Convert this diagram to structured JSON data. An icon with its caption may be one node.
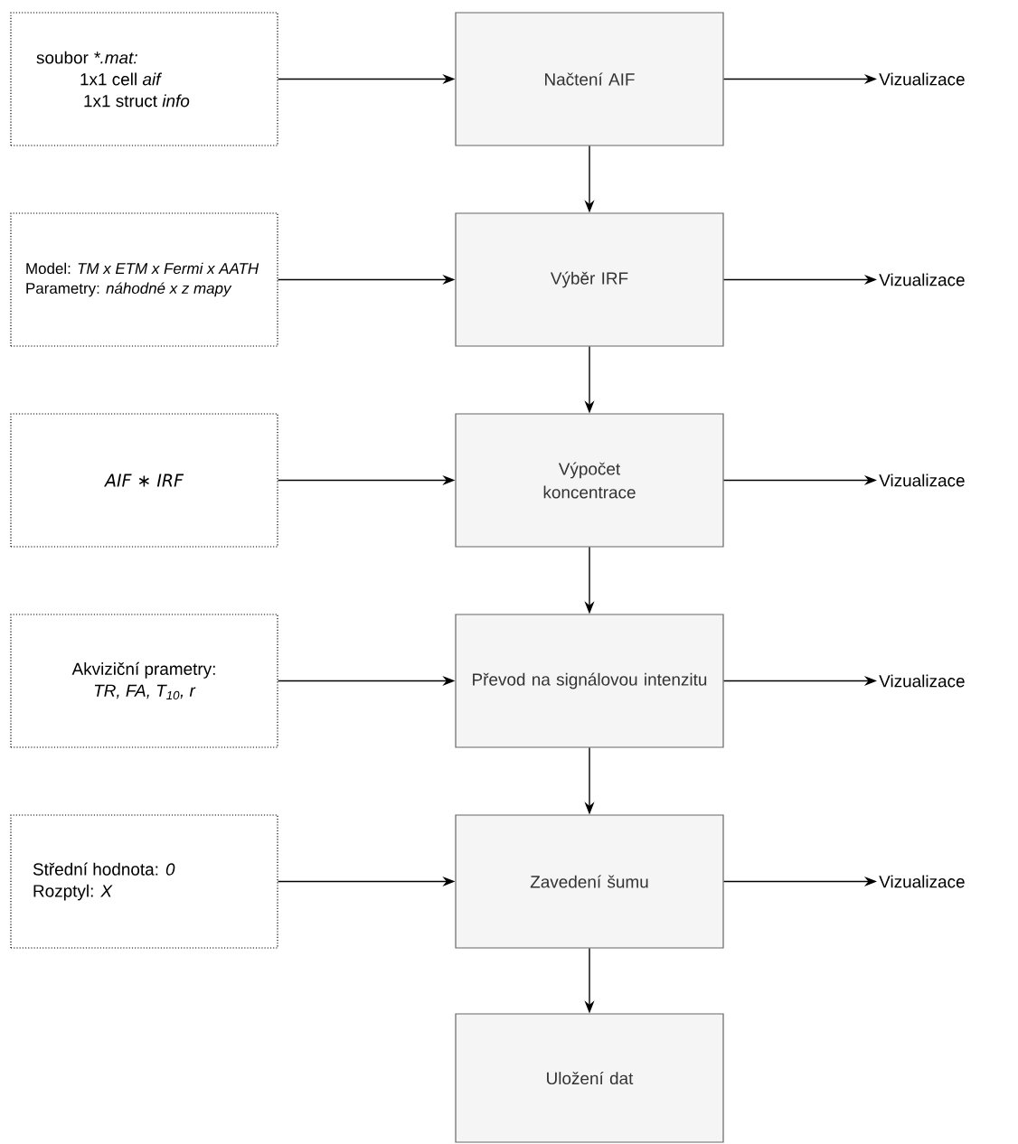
{
  "diagram": {
    "nodes": [
      {
        "text": [
          "soubor",
          "*.mat:",
          "1x1 cell *aif*",
          "1x1 struct *info*"
        ]
      },
      {
        "text": [
          "Načtení AIF"
        ]
      },
      {
        "text": [
          "Vizualizace"
        ]
      },
      {
        "text": [
          "Model: *TM x ETM x Fermi x AATH*",
          "Parametry: *náhodné x z mapy*"
        ]
      },
      {
        "text": [
          "Výběr IRF"
        ]
      },
      {
        "text": [
          "Vizualizace"
        ]
      },
      {
        "text": [
          "AIF ∗ IRF"
        ]
      },
      {
        "text": [
          "Výpočet koncentrace"
        ]
      },
      {
        "text": [
          "Vizualizace"
        ]
      },
      {
        "text": [
          "Akviziční prametry:",
          "TR, FA, T$_{10}$, r"
        ]
      },
      {
        "text": [
          "Převod na signálovou intenzitu"
        ]
      },
      {
        "text": [
          "Vizualizace"
        ]
      },
      {
        "text": [
          "Střední hodnota: *0*",
          "Rozptyl: *X*"
        ]
      },
      {
        "text": [
          "Zavedení šumu"
        ]
      },
      {
        "text": [
          "Vizualizace"
        ]
      },
      {
        "text": [
          "Uložení dat"
        ]
      }
    ],
    "edges": [
      {
        "from": 0,
        "to": 1,
        "arrow": "to"
      },
      {
        "from": 1,
        "to": 2,
        "arrow": "to"
      },
      {
        "from": 1,
        "to": 4,
        "arrow": "to"
      },
      {
        "from": 3,
        "to": 4,
        "arrow": "to"
      },
      {
        "from": 4,
        "to": 5,
        "arrow": "to"
      },
      {
        "from": 4,
        "to": 7,
        "arrow": "to"
      },
      {
        "from": 6,
        "to": 7,
        "arrow": "to"
      },
      {
        "from": 7,
        "to": 8,
        "arrow": "to"
      },
      {
        "from": 7,
        "to": 10,
        "arrow": "to"
      },
      {
        "from": 9,
        "to": 10,
        "arrow": "to"
      },
      {
        "from": 10,
        "to": 11,
        "arrow": "to"
      },
      {
        "from": 10,
        "to": 13,
        "arrow": "to"
      },
      {
        "from": 12,
        "to": 13,
        "arrow": "to"
      },
      {
        "from": 13,
        "to": 14,
        "arrow": "to"
      },
      {
        "from": 13,
        "to": 15,
        "arrow": "to"
      }
    ]
  }
}
